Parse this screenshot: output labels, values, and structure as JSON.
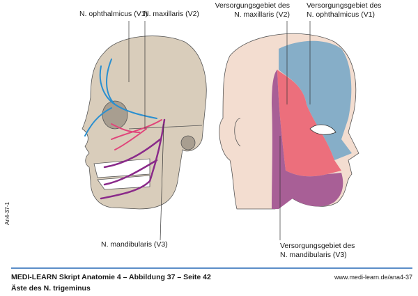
{
  "figure": {
    "labels": {
      "v1": "N. ophthalmicus (V1)",
      "v2": "N. maxillaris (V2)",
      "v3": "N. mandibularis (V3)",
      "area_v2_line1": "Versorgungsgebiet des",
      "area_v2_line2": "N. maxillaris (V2)",
      "area_v1_line1": "Versorgungsgebiet des",
      "area_v1_line2": "N. ophthalmicus (V1)",
      "area_v3_line1": "Versorgungsgebiet des",
      "area_v3_line2": "N. mandibularis (V3)"
    },
    "colors": {
      "v1": "#86aec8",
      "v2": "#ec6f7c",
      "v3": "#a85f96",
      "nerve_v1": "#2a8fd0",
      "nerve_v2": "#e0457a",
      "nerve_v3": "#8a2a8a",
      "skin": "#f3ddd0",
      "bone": "#d9cdbb"
    }
  },
  "footer": {
    "title": "MEDI-LEARN Skript Anatomie 4 – Abbildung 37 – Seite 42",
    "subtitle": "Äste des N. trigeminus",
    "url": "www.medi-learn.de/ana4-37",
    "code": "An4-37-1"
  }
}
